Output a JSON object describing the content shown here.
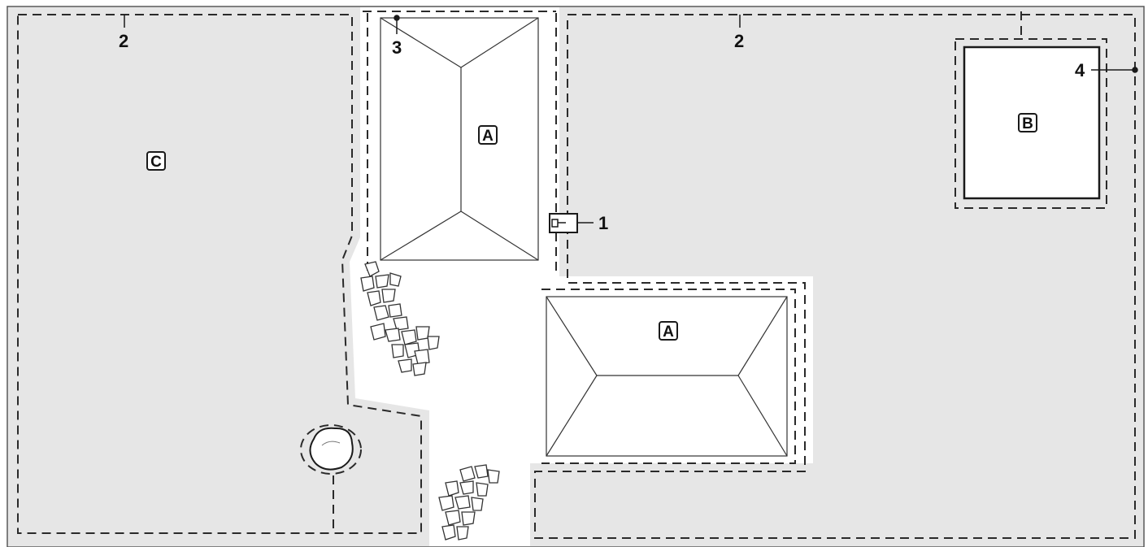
{
  "colors": {
    "lawn": "#e6e6e6",
    "paved": "#ffffff",
    "line": "#1a1a1a",
    "wire": "#2a2a2a"
  },
  "callouts": {
    "dock": "1",
    "wire_left": "2",
    "wire_right": "2",
    "guide_point": "3",
    "island_point": "4"
  },
  "zones": {
    "house_upper": "A",
    "house_lower": "A",
    "shed": "B",
    "lawn": "C"
  },
  "icons": [
    "docking-station-icon",
    "flagstone-icon",
    "shrub-icon"
  ]
}
